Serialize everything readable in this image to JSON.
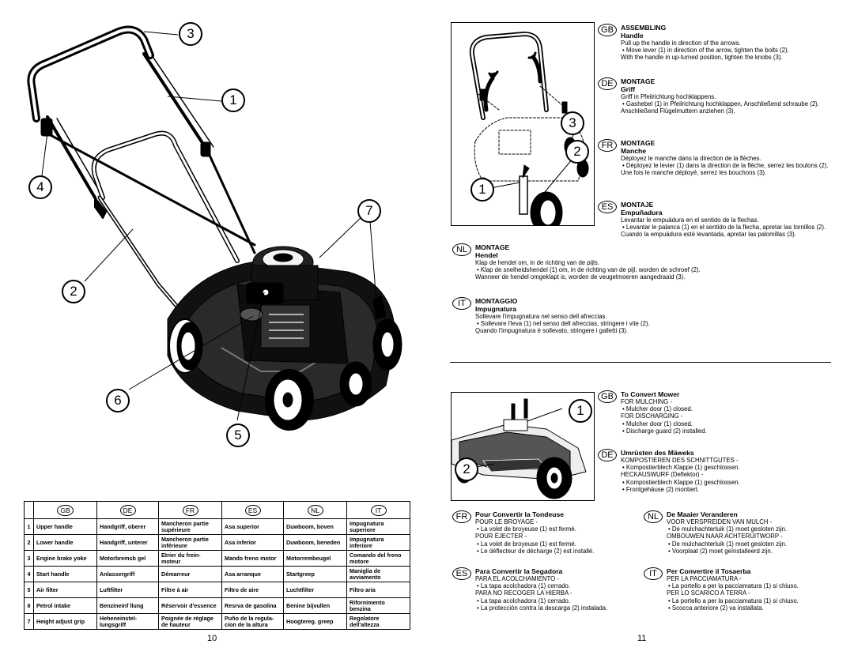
{
  "callouts": {
    "c3": "3",
    "c1": "1",
    "c4": "4",
    "c7": "7",
    "c2": "2",
    "c6": "6",
    "c5": "5",
    "r3": "3",
    "r2": "2",
    "r1": "1",
    "m1": "1",
    "m2": "2"
  },
  "page_numbers": {
    "left": "10",
    "right": "11"
  },
  "parts_table": {
    "headers": [
      "GB",
      "DE",
      "FR",
      "ES",
      "NL",
      "IT"
    ],
    "rows": [
      {
        "n": "1",
        "gb": "Upper handle",
        "de": "Handgriff, oberer",
        "fr": "Mancheron partie supérieure",
        "es": "Asa superior",
        "nl": "Duwboom, boven",
        "it": "Impugnatura superiore"
      },
      {
        "n": "2",
        "gb": "Lower handle",
        "de": "Handgriff, unterer",
        "fr": "Mancheron partie inférieure",
        "es": "Asa inferior",
        "nl": "Duwboom, beneden",
        "it": "Impugnatura inferiore"
      },
      {
        "n": "3",
        "gb": "Engine brake yoke",
        "de": "Motorbremsb gel",
        "fr": "Etrier du frein-moteur",
        "es": "Mando freno motor",
        "nl": "Motorrembeugel",
        "it": "Comando del freno motore"
      },
      {
        "n": "4",
        "gb": "Start handle",
        "de": "Anlassergriff",
        "fr": "Démarreur",
        "es": "Asa arranque",
        "nl": "Startgreep",
        "it": "Maniglia de avviamento"
      },
      {
        "n": "5",
        "gb": "Air filter",
        "de": "Luftfilter",
        "fr": "Filtre à air",
        "es": "Filtro de aire",
        "nl": "Luchtfilter",
        "it": "Filtro aria"
      },
      {
        "n": "6",
        "gb": "Petrol intake",
        "de": "Benzineinf llung",
        "fr": "Réservoir d'essence",
        "es": "Resrva de gasolina",
        "nl": "Benine bijvullen",
        "it": "Rifornimento benzina"
      },
      {
        "n": "7",
        "gb": "Height adjust grip",
        "de": "Heheneinstel-lungsgriff",
        "fr": "Poignée de réglage de hauteur",
        "es": "Puño de la regula-cion de la altura",
        "nl": "Hoogtereg. greep",
        "it": "Regolatore dell'altezza"
      }
    ]
  },
  "assembling": {
    "gb": {
      "code": "GB",
      "title": "ASSEMBLING",
      "subtitle": "Handle",
      "line1": "Pull up the handle in direction of the arrows.",
      "bullet": "Move lever (1) in direction of the arrow, tighten the bolts (2).",
      "line2": "With the handle in up-turned position, tighten the knobs (3)."
    },
    "de": {
      "code": "DE",
      "title": "MONTAGE",
      "subtitle": "Griff",
      "line1": "Griff in Pfeilrichtung hochklappens.",
      "bullet": "Gashebel (1) in Pfeilrichtung hochklappen, Anschließend schraube (2).",
      "line2": "Anschließend Flügelmuttern anziehen (3)."
    },
    "fr": {
      "code": "FR",
      "title": "MONTAGE",
      "subtitle": "Manche",
      "line1": "Déployez le manche dans la direction de la flèches.",
      "bullet": "Déployez le levier (1) dans la direction de la flèche, serrez les boulons (2).",
      "line2": "Une fois le manche déployé, serrez les bouchons (3)."
    },
    "es": {
      "code": "ES",
      "title": "MONTAJE",
      "subtitle": "Empuñadura",
      "line1": "Levantar le empuädura en el sentido de la flechas.",
      "bullet": "Levantar le palanca (1) en el sentido de la flecha, apretar las tornillos (2).",
      "line2": "Cuando la empuädura esté levantada, apretar las palomillas (3)."
    },
    "nl": {
      "code": "NL",
      "title": "MONTAGE",
      "subtitle": "Hendel",
      "line1": "Klap de hendel om, in de richting van de pijls.",
      "bullet": "Klap de snelheidshendel (1) om, in de richting van de pijl, worden de schroef (2).",
      "line2": "Wanneer de hendel omgeklapt is, worden de veugelmoeren aangedraaid (3)."
    },
    "it": {
      "code": "IT",
      "title": "MONTAGGIO",
      "subtitle": "Impugnatura",
      "line1": "Sollevare l'impugnatura nel senso dell afreccias.",
      "bullet": "Sollevare l'leva (1) nel senso dell afreccias, stringere i vite (2).",
      "line2": "Quando l'impugnatura è sollevato, stringere i galletti (3)."
    }
  },
  "convert": {
    "gb": {
      "code": "GB",
      "title": "To Convert Mower",
      "l1": "FOR MULCHING -",
      "b1": "Mulcher door (1) closed.",
      "l2": "FOR DISCHARGING -",
      "b2": "Mulcher door (1) closed.",
      "b3": "Discharge guard (2) installed."
    },
    "de": {
      "code": "DE",
      "title": "Umrüsten des Mäweks",
      "l1": "KOMPOSTIEREN DES SCHNITTGUTES -",
      "b1": "Kompostierblech Klappe (1) geschlossen.",
      "l2": "HECKAUSWURF (Deflektor) -",
      "b2": "Kompostierblech Klappe (1) geschlossen.",
      "b3": "Frontgehäuse (2) montiert."
    },
    "fr": {
      "code": "FR",
      "title": "Pour Convertir la Tondeuse",
      "l1": "POUR LE BROYAGE -",
      "b1": "La volet de broyeuse (1) est fermé.",
      "l2": "POUR ÉJECTER -",
      "b2": "La volet de broyeuse (1) est fermé.",
      "b3": "Le déflecteur de décharge (2) est installé."
    },
    "nl": {
      "code": "NL",
      "title": "De Maaier Veranderen",
      "l1": "VOOR VERSPREIDEN VAN MULCH -",
      "b1": "De mulchachterluik (1) moet gesloten zijn.",
      "l2": "OMBOUWEN NAAR ACHTERUITWORP -",
      "b2": "De mulchachterluik (1) moet gesloten zijn.",
      "b3": "Voorplaat (2) moet geïnstalleerd zijn."
    },
    "es": {
      "code": "ES",
      "title": "Para Convertir la Segadora",
      "l1": "PARA EL ACOLCHAMIENTO -",
      "b1": "La tapa acolchadora (1) cerrado.",
      "l2": "PARA NO RECOGER LA HIERBA -",
      "b2": "La tapa acolchadora (1) cerrado.",
      "b3": "La protección contra la descarga (2) instalada."
    },
    "it": {
      "code": "IT",
      "title": "Per Convertire il Tosaerba",
      "l1": "PER LA PACCIAMATURA -",
      "b1": "La portello a per la pacciamatura (1) si chiuso.",
      "l2": "PER LO SCARICO A TERRA -",
      "b2": "La portello a per la pacciamatura (1) si chiuso.",
      "b3": "Scocca anteriore (2) va installata."
    }
  }
}
